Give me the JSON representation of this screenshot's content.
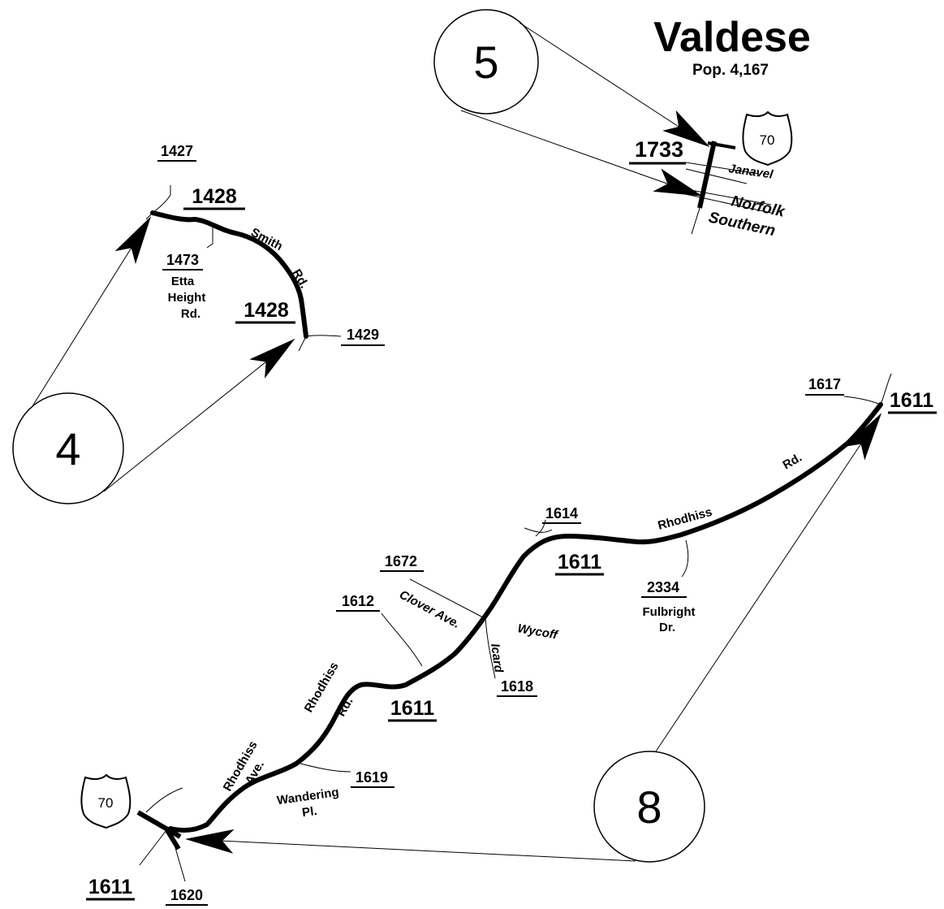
{
  "town": {
    "name": "Valdese",
    "population": "Pop. 4,167"
  },
  "circles": {
    "c4": "4",
    "c5": "5",
    "c8": "8"
  },
  "shields": {
    "top": "70",
    "bottom": "70"
  },
  "map4": {
    "route_1427": "1427",
    "route_1428_top": "1428",
    "route_1428_mid": "1428",
    "route_1473": "1473",
    "route_1429": "1429",
    "etta_line1": "Etta",
    "etta_line2": "Height",
    "etta_line3": "Rd.",
    "smith": "Smith",
    "rd": "Rd."
  },
  "map5": {
    "route_1733": "1733",
    "janavel": "Janavel",
    "norfolk": "Norfolk",
    "southern": "Southern"
  },
  "map8": {
    "route_1617": "1617",
    "route_1611_ne": "1611",
    "route_1614": "1614",
    "route_1611_mid": "1611",
    "route_1672": "1672",
    "route_1612": "1612",
    "route_1611_center": "1611",
    "route_2334": "2334",
    "route_1618": "1618",
    "route_1619": "1619",
    "route_1611_sw": "1611",
    "route_1620": "1620",
    "rhodhiss_ne": "Rhodhiss",
    "rd_ne": "Rd.",
    "fulbright_line1": "Fulbright",
    "fulbright_line2": "Dr.",
    "clover": "Clover Ave.",
    "wycoff": "Wycoff",
    "icard": "Icard",
    "rhodhiss_mid": "Rhodhiss",
    "rd_mid": "Rd.",
    "rhodhiss_ave_line1": "Rhodhiss",
    "rhodhiss_ave_line2": "Ave.",
    "wandering_line1": "Wandering",
    "wandering_line2": "Pl."
  }
}
